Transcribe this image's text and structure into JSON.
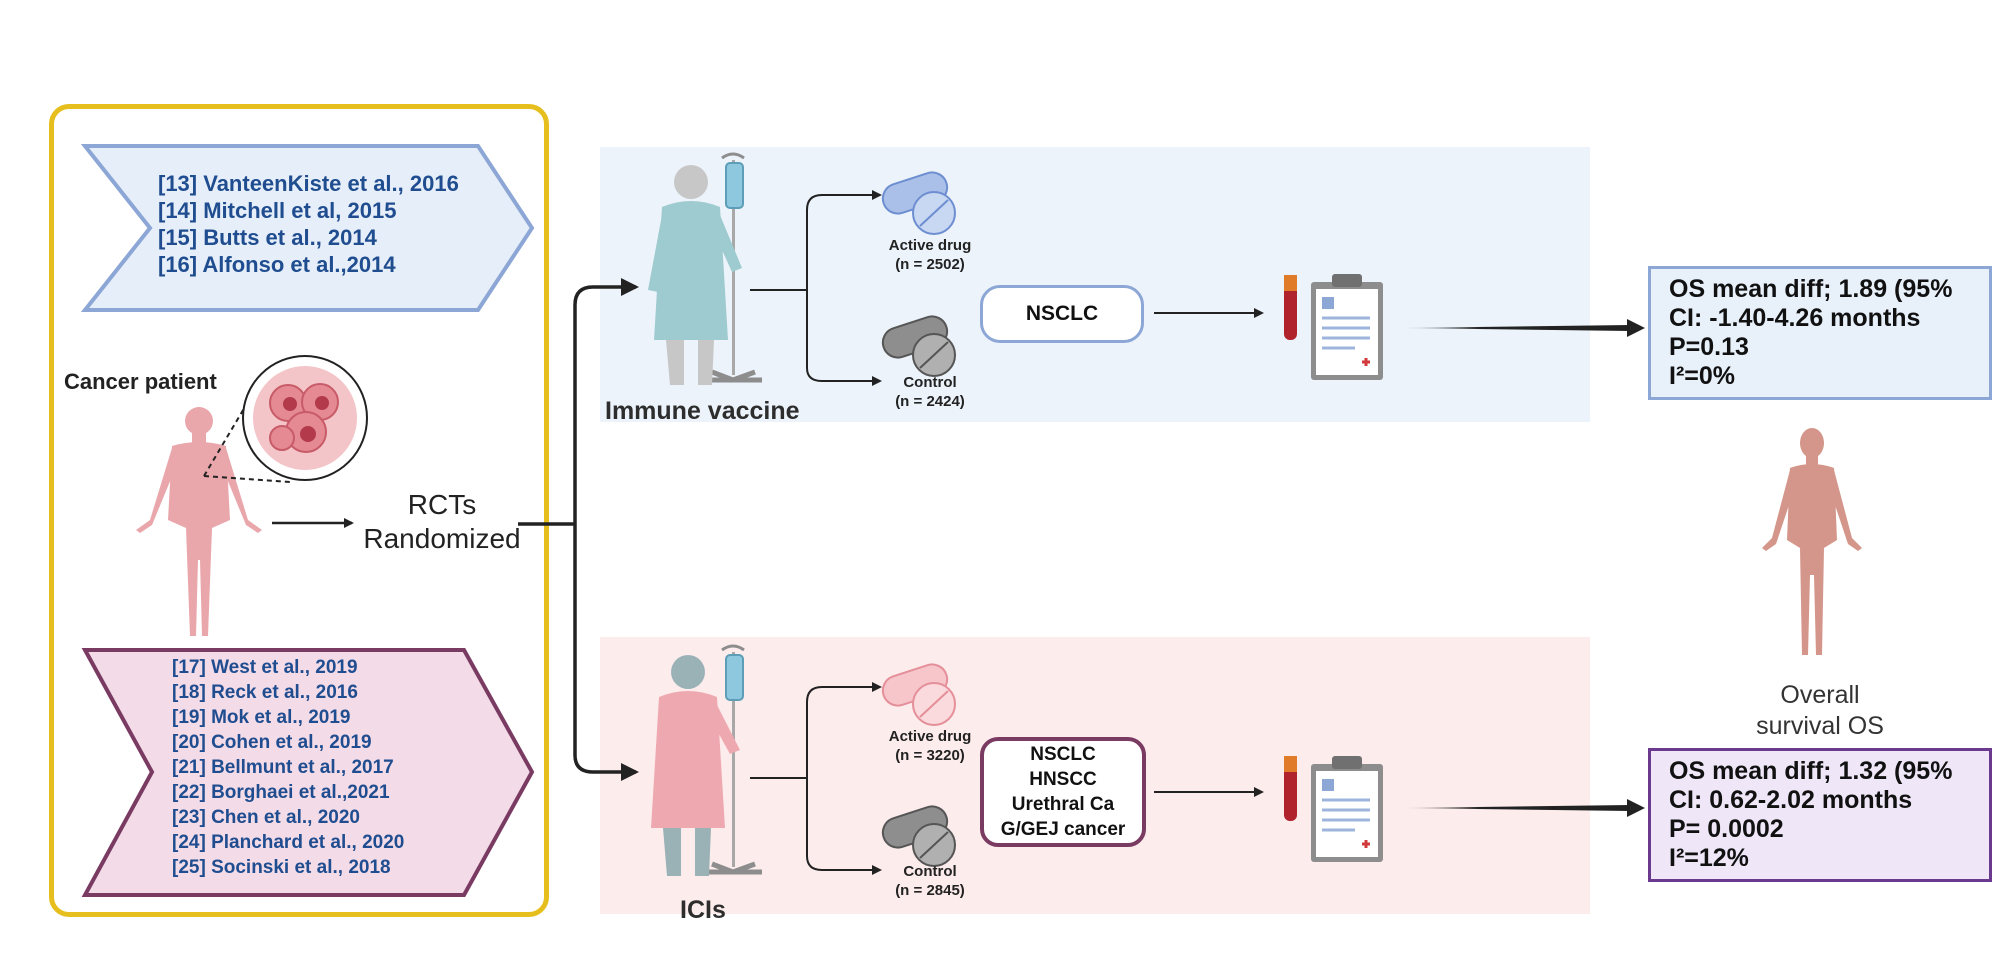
{
  "studies": {
    "vaccine_refs": [
      "[13] VanteenKiste et al., 2016",
      "[14] Mitchell et al, 2015",
      "[15] Butts et al., 2014",
      "[16] Alfonso et al.,2014"
    ],
    "ici_refs": [
      "[17] West et al., 2019",
      "[18] Reck et al., 2016",
      "[19] Mok et al., 2019",
      "[20] Cohen et al., 2019",
      "[21] Bellmunt et al., 2017",
      "[22] Borghaei et al.,2021",
      "[23] Chen et al., 2020",
      "[24] Planchard et al., 2020",
      "[25] Socinski et al., 2018"
    ]
  },
  "labels": {
    "cancer_patient": "Cancer patient",
    "rcts_line1": "RCTs",
    "rcts_line2": "Randomized",
    "overall_line1": "Overall",
    "overall_line2": "survival OS"
  },
  "vaccine_group": {
    "name": "Immune vaccine",
    "active_label": "Active drug",
    "active_n": "(n = 2502)",
    "control_label": "Control",
    "control_n": "(n = 2424)",
    "diseases": [
      "NSCLC"
    ],
    "result": [
      "OS mean diff; 1.89 (95%",
      "CI: -1.40-4.26 months",
      "P=0.13",
      "I²=0%"
    ]
  },
  "ici_group": {
    "name": "ICIs",
    "active_label": "Active drug",
    "active_n": "(n = 3220)",
    "control_label": "Control",
    "control_n": "(n = 2845)",
    "diseases": [
      "NSCLC",
      "HNSCC",
      "Urethral Ca",
      "G/GEJ cancer"
    ],
    "result": [
      "OS mean diff; 1.32 (95%",
      "CI: 0.62-2.02 months",
      "P= 0.0002",
      "I²=12%"
    ]
  },
  "colors": {
    "frame": "#e6bf1e",
    "vaccine_panel": "#ecf3fb",
    "ici_panel": "#fdecec",
    "vaccine_border": "#8ca6d6",
    "ici_border": "#7a3b63",
    "ici_result_border": "#6b3a8e",
    "ref_text": "#1f4d8f"
  }
}
